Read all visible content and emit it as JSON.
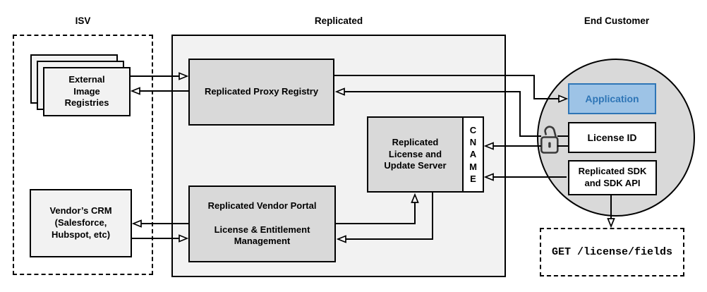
{
  "sections": {
    "isv": {
      "title": "ISV"
    },
    "replicated": {
      "title": "Replicated"
    },
    "end_customer": {
      "title": "End Customer"
    }
  },
  "nodes": {
    "external_image_registries": "External\nImage\nRegistries",
    "vendors_crm": "Vendor’s CRM\n(Salesforce,\nHubspot, etc)",
    "proxy_registry": "Replicated Proxy Registry",
    "vendor_portal": "Replicated Vendor Portal\n\nLicense & Entitlement\nManagement",
    "license_update_server": "Replicated\nLicense and\nUpdate Server",
    "cname": "CNAME",
    "application": "Application",
    "license_id": "License ID",
    "replicated_sdk": "Replicated SDK\nand SDK API",
    "get_license_fields": "GET /license/fields"
  },
  "icons": {
    "unlock": "unlock-icon"
  },
  "colors": {
    "line": "#000000",
    "container_fill": "#f2f2f2",
    "node_fill": "#d9d9d9",
    "circle_fill": "#d9d9d9",
    "white_fill": "#ffffff",
    "application_fill": "#9dc3e6",
    "application_border": "#2e75b6",
    "application_text": "#2e75b6",
    "lock_icon": "#3a3a3a"
  }
}
